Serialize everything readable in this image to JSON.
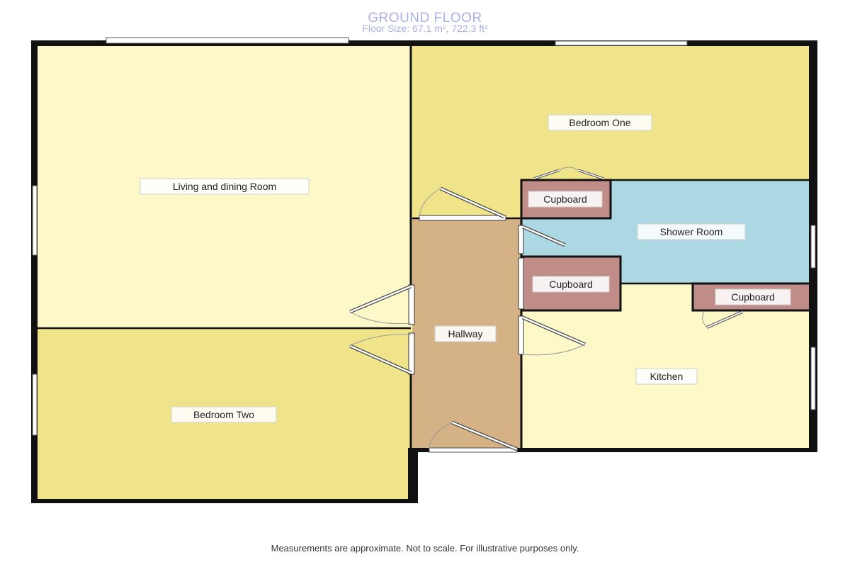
{
  "header": {
    "title": "GROUND FLOOR",
    "subtitle": "Floor Size: 67.1 m², 722.3 ft²"
  },
  "footer": {
    "disclaimer": "Measurements are approximate. Not to scale. For illustrative purposes only."
  },
  "rooms": {
    "living": {
      "label": "Living and dining Room",
      "color": "#fcf8c8"
    },
    "bedroom_one": {
      "label": "Bedroom One",
      "color": "#f0e48a"
    },
    "bedroom_two": {
      "label": "Bedroom Two",
      "color": "#f0e48a"
    },
    "hallway": {
      "label": "Hallway",
      "color": "#d4b285"
    },
    "shower_room": {
      "label": "Shower Room",
      "color": "#acd8e4"
    },
    "kitchen": {
      "label": "Kitchen",
      "color": "#fcf8c8"
    },
    "cupboard_top": {
      "label": "Cupboard",
      "color": "#c08c88"
    },
    "cupboard_mid": {
      "label": "Cupboard",
      "color": "#c08c88"
    },
    "cupboard_right": {
      "label": "Cupboard",
      "color": "#c08c88"
    }
  },
  "colors": {
    "wall": "#111111",
    "title": "#aab0e8",
    "window": "#ffffff"
  }
}
